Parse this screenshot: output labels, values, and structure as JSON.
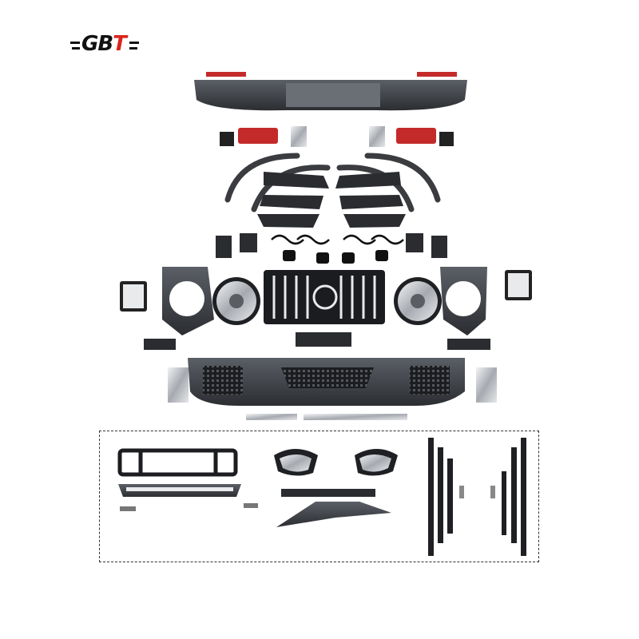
{
  "logo": {
    "text_main": "GB",
    "text_accent": "T"
  },
  "colors": {
    "background": "#ffffff",
    "part": "#2a2c2f",
    "part_light": "#4a4d52",
    "chrome": "#c9ccd1",
    "tail_light": "#c42a2a",
    "accent": "#d9261c"
  },
  "icons": [
    "brand-logo",
    "rear-bumper",
    "tail-light",
    "fender-flare",
    "wheel-arch-liner",
    "front-grille",
    "headlight",
    "headlight-surround",
    "front-bumper",
    "side-step",
    "side-mirror",
    "front-lip-spoiler",
    "roof-light-bar"
  ]
}
